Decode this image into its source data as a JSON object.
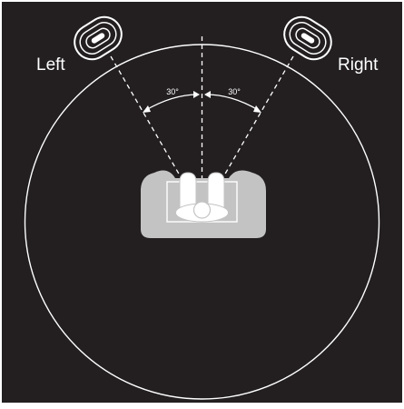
{
  "speakers": {
    "left_label": "Left",
    "right_label": "Right"
  },
  "angles": {
    "left_angle_label": "30°",
    "right_angle_label": "30°"
  },
  "colors": {
    "background": "#231f20",
    "frame": "#ffffff",
    "line": "#ffffff",
    "couch": "#c3c3c3"
  }
}
